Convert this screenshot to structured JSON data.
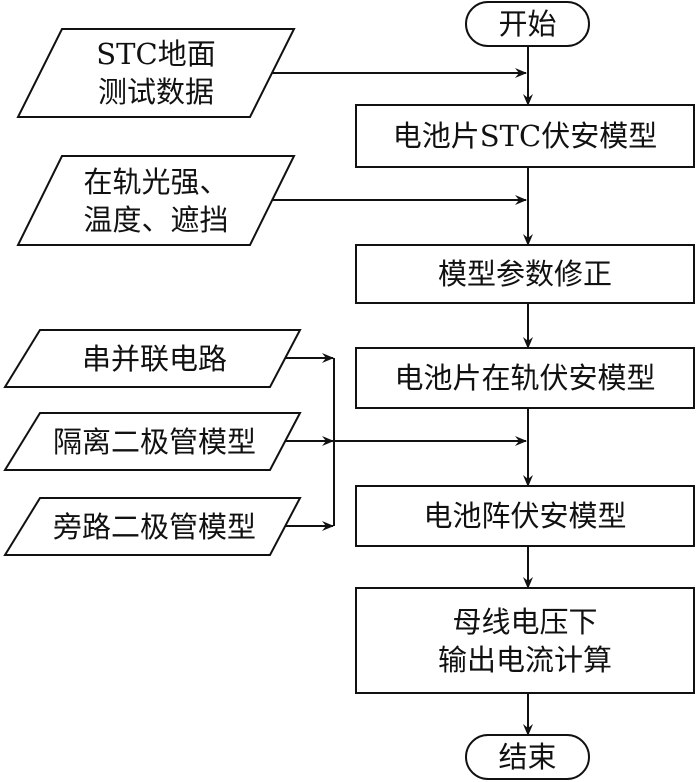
{
  "flowchart": {
    "start": "开始",
    "end": "结束",
    "process_steps": [
      "电池片STC伏安模型",
      "模型参数修正",
      "电池片在轨伏安模型",
      "电池阵伏安模型",
      "母线电压下\n输出电流计算"
    ],
    "inputs": [
      "STC地面\n测试数据",
      "在轨光强、\n温度、遮挡",
      "串并联电路",
      "隔离二极管模型",
      "旁路二极管模型"
    ],
    "colors": {
      "stroke": "#111111",
      "background": "#ffffff"
    }
  }
}
